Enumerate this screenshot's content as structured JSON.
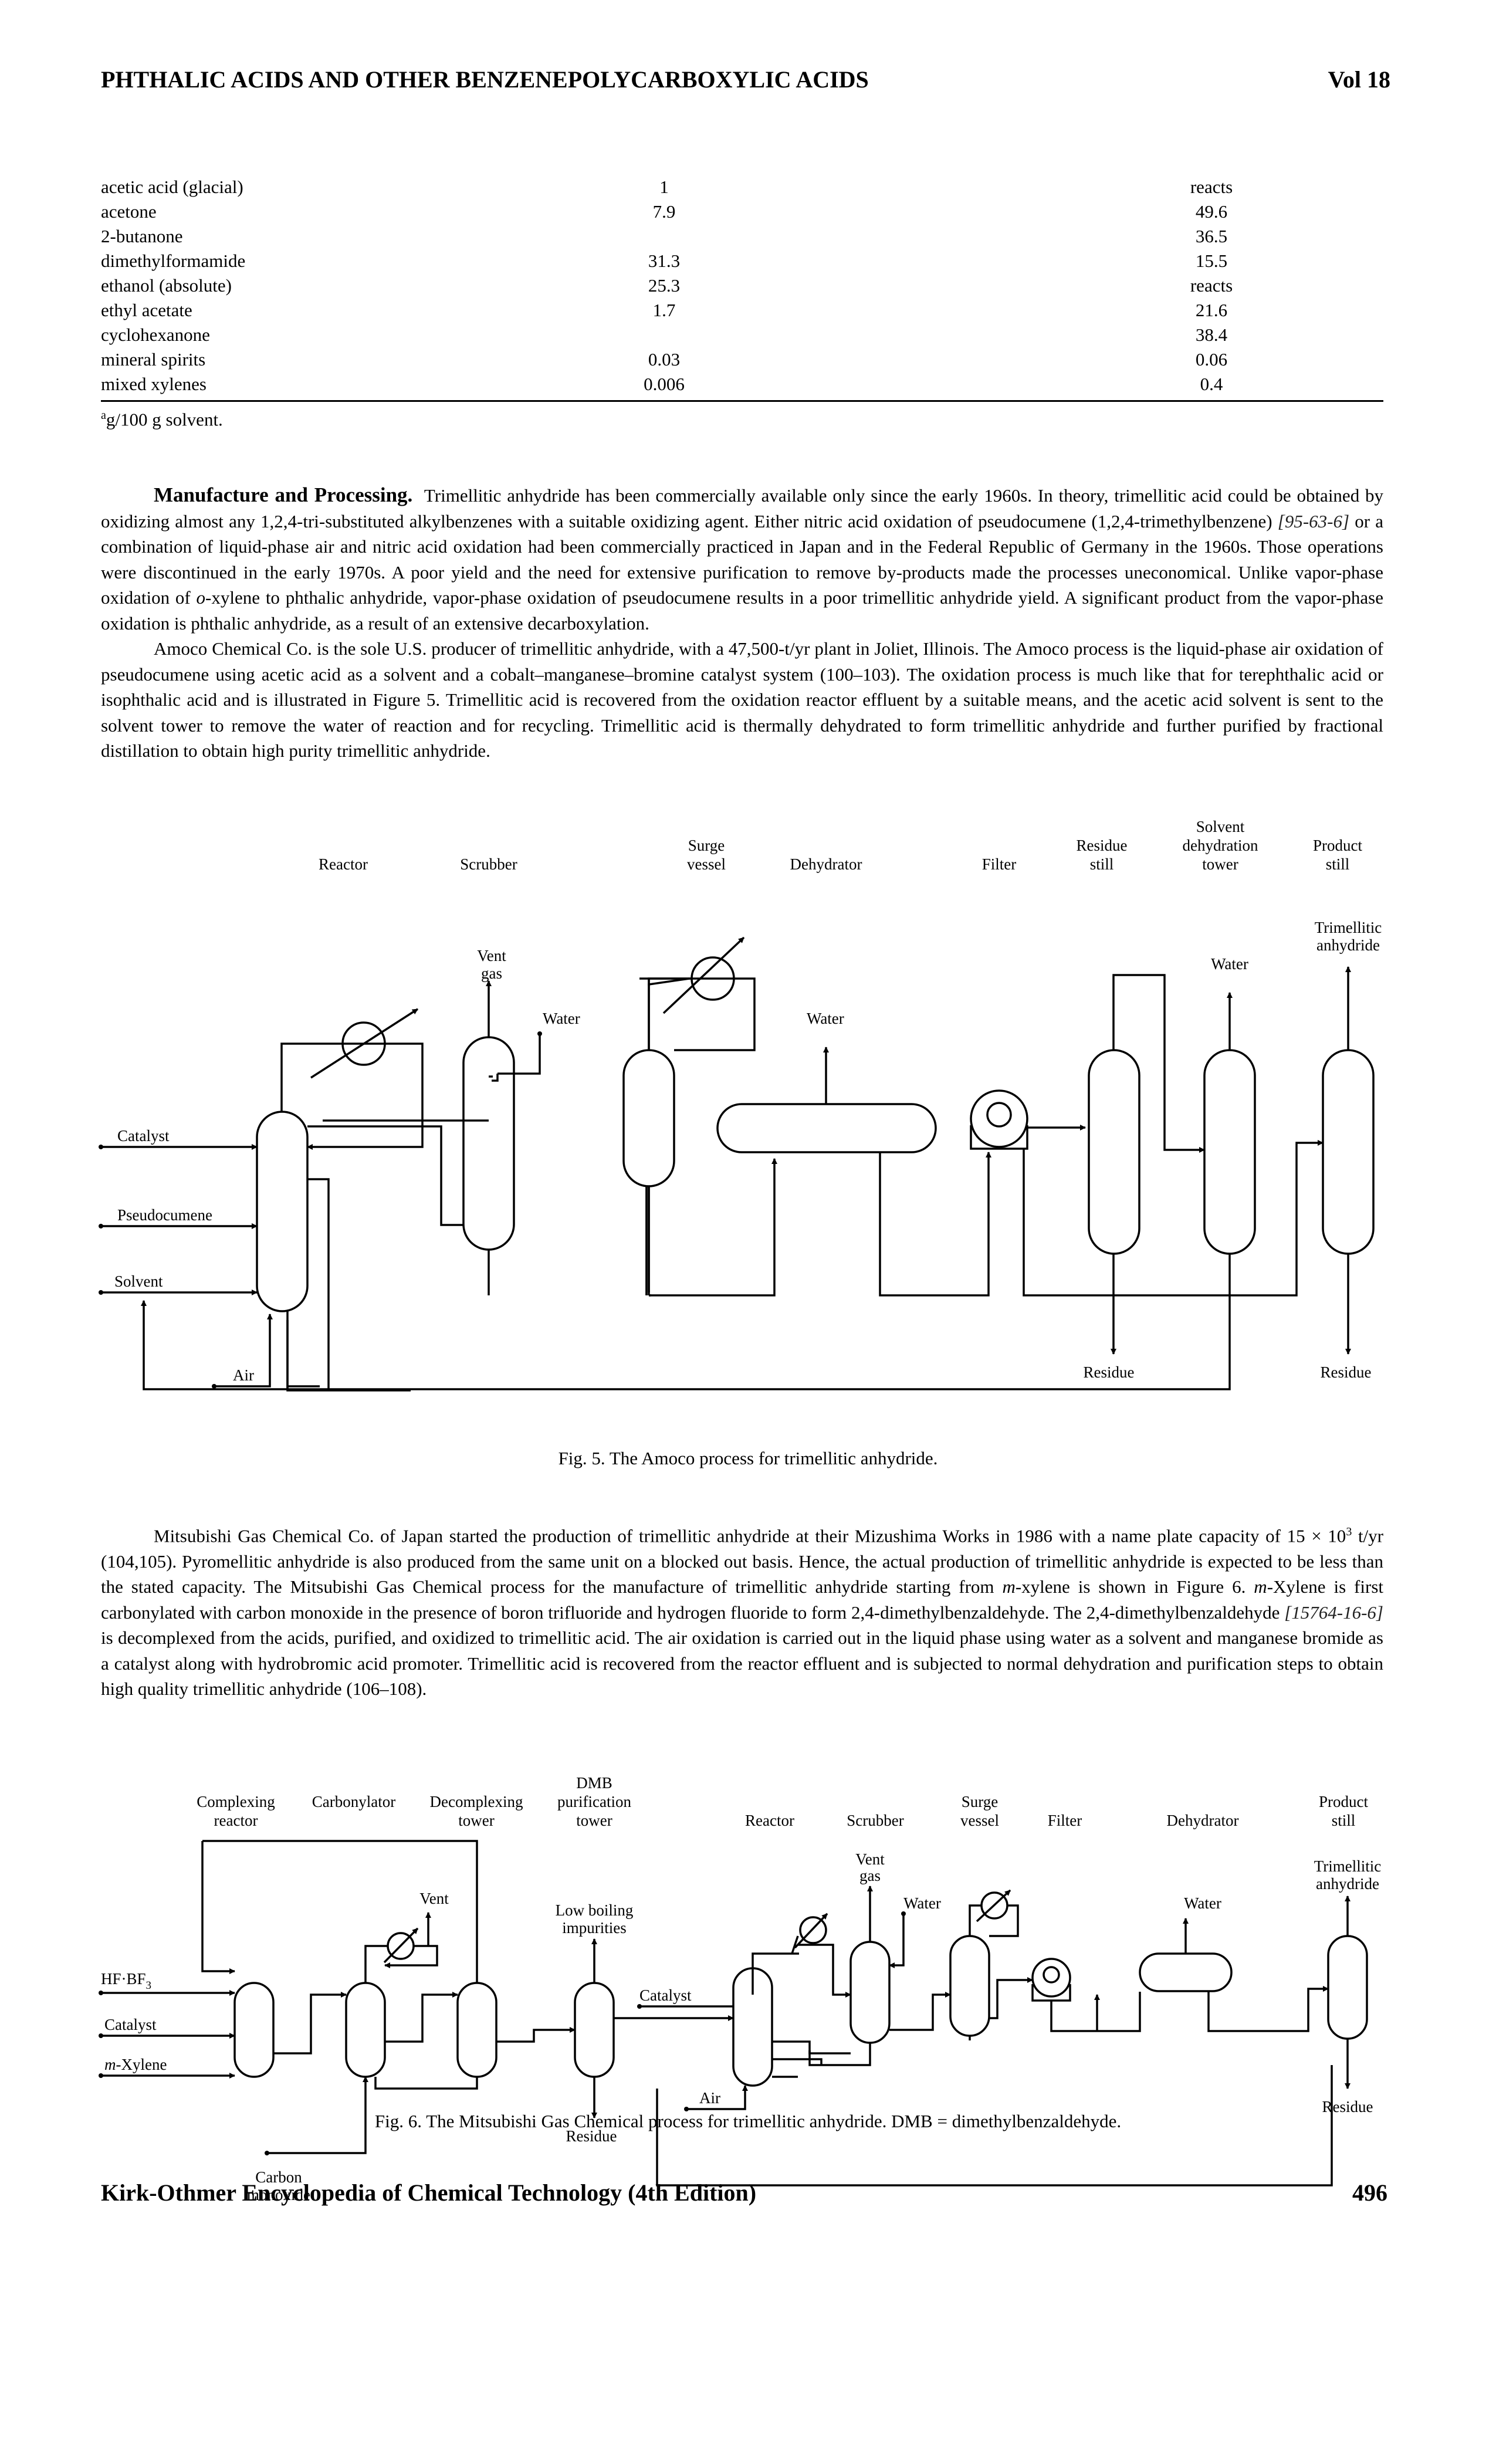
{
  "header": {
    "title": "PHTHALIC ACIDS AND OTHER BENZENEPOLYCARBOXYLIC ACIDS",
    "volume": "Vol 18"
  },
  "solubility_table": {
    "rows": [
      {
        "solvent": "acetic acid (glacial)",
        "col2": "1",
        "col3": "reacts"
      },
      {
        "solvent": "acetone",
        "col2": "7.9",
        "col3": "49.6"
      },
      {
        "solvent": "2-butanone",
        "col2": "",
        "col3": "36.5"
      },
      {
        "solvent": "dimethylformamide",
        "col2": "31.3",
        "col3": "15.5"
      },
      {
        "solvent": "ethanol (absolute)",
        "col2": "25.3",
        "col3": "reacts"
      },
      {
        "solvent": "ethyl acetate",
        "col2": "1.7",
        "col3": "21.6"
      },
      {
        "solvent": "cyclohexanone",
        "col2": "",
        "col3": "38.4"
      },
      {
        "solvent": "mineral spirits",
        "col2": "0.03",
        "col3": "0.06"
      },
      {
        "solvent": "mixed xylenes",
        "col2": "0.006",
        "col3": "0.4"
      }
    ],
    "footnote_mark": "a",
    "footnote_text": "g/100 g solvent."
  },
  "section": {
    "heading": "Manufacture and Processing.",
    "p1_a": "Trimellitic anhydride has been commercially available only since the early 1960s. In theory, trimellitic acid could be obtained by oxidizing almost any 1,2,4-tri-substituted alkylbenzenes with a suitable oxidizing agent. Either nitric acid oxidation of pseudocumene (1,2,4-trimethylbenzene) ",
    "p1_cas": "[95-63-6]",
    "p1_b": " or a combination of liquid-phase air and nitric acid oxidation had been commercially practiced in Japan and in the Federal Republic of Germany in the 1960s. Those operations were discontinued in the early 1970s. A poor yield and the need for extensive purification to remove by-products made the processes uneconomical. Unlike vapor-phase oxidation of ",
    "p1_ital": "o",
    "p1_c": "-xylene to phthalic anhydride, vapor-phase oxidation of pseudocumene results in a poor trimellitic anhydride yield. A significant product from the vapor-phase oxidation is phthalic anhydride, as a result of an extensive decarboxylation.",
    "p2": "Amoco Chemical Co. is the sole U.S. producer of trimellitic anhydride, with a 47,500-t/yr plant in Joliet, Illinois. The Amoco process is the liquid-phase air oxidation of pseudocumene using acetic acid as a solvent and a cobalt–manganese–bromine catalyst system (100–103). The oxidation process is much like that for terephthalic acid or isophthalic acid and is illustrated in Figure 5. Trimellitic acid is recovered from the oxidation reactor effluent by a suitable means, and the acetic acid solvent is sent to the solvent tower to remove the water of reaction and for recycling. Trimellitic acid is thermally dehydrated to form trimellitic anhydride and further purified by fractional distillation to obtain high purity trimellitic anhydride.",
    "p3_a": "Mitsubishi Gas Chemical Co. of Japan started the production of trimellitic anhydride at their Mizushima Works in 1986 with a name plate capacity of 15 × 10",
    "p3_sup": "3",
    "p3_b": " t/yr (104,105). Pyromellitic anhydride is also produced from the same unit on a blocked out basis. Hence, the actual production of trimellitic anhydride is expected to be less than the stated capacity. The Mitsubishi Gas Chemical process for the manufacture of trimellitic anhydride starting from ",
    "p3_ital1": "m",
    "p3_c": "-xylene is shown in Figure 6. ",
    "p3_ital2": "m",
    "p3_d": "-Xylene is first carbonylated with carbon monoxide in the presence of boron trifluoride and hydrogen fluoride to form 2,4-dimethylbenzaldehyde. The 2,4-dimethylbenzaldehyde ",
    "p3_cas": "[15764-16-6]",
    "p3_e": " is decomplexed from the acids, purified, and oxidized to trimellitic acid. The air oxidation is carried out in the liquid phase using water as a solvent and manganese bromide as a catalyst along with hydrobromic acid promoter. Trimellitic acid is recovered from the reactor effluent and is subjected to normal dehydration and purification steps to obtain high quality trimellitic anhydride (106–108)."
  },
  "fig5": {
    "caption": "Fig. 5. The Amoco process for trimellitic anhydride.",
    "units": {
      "reactor": "Reactor",
      "scrubber": "Scrubber",
      "surge": "Surge",
      "vessel": "vessel",
      "dehydrator": "Dehydrator",
      "filter": "Filter",
      "residue_still_1": "Residue",
      "residue_still_2": "still",
      "solvent_1": "Solvent",
      "solvent_2": "dehydration",
      "solvent_3": "tower",
      "product_1": "Product",
      "product_2": "still"
    },
    "streams": {
      "vent": "Vent",
      "gas": "gas",
      "water_scrubber": "Water",
      "water_dehydrator": "Water",
      "water_tower": "Water",
      "tma_1": "Trimellitic",
      "tma_2": "anhydride",
      "catalyst": "Catalyst",
      "pseudocumene": "Pseudocumene",
      "solvent": "Solvent",
      "air": "Air",
      "residue_1": "Residue",
      "residue_2": "Residue"
    }
  },
  "fig6": {
    "caption": "Fig. 6. The Mitsubishi Gas Chemical process for trimellitic anhydride. DMB = dimethylbenzaldehyde.",
    "units": {
      "complexing_1": "Complexing",
      "complexing_2": "reactor",
      "carbonylator": "Carbonylator",
      "decomplexing_1": "Decomplexing",
      "decomplexing_2": "tower",
      "dmb_1": "DMB",
      "dmb_2": "purification",
      "dmb_3": "tower",
      "reactor": "Reactor",
      "scrubber": "Scrubber",
      "surge_1": "Surge",
      "surge_2": "vessel",
      "filter": "Filter",
      "dehydrator": "Dehydrator",
      "product_1": "Product",
      "product_2": "still"
    },
    "streams": {
      "hf_bf3": "HF·BF",
      "hf_bf3_sub": "3",
      "catalyst_in": "Catalyst",
      "m_prefix": "m",
      "xylene": "-Xylene",
      "co_1": "Carbon",
      "co_2": "monoxide",
      "vent_decomp": "Vent",
      "low_1": "Low boiling",
      "low_2": "impurities",
      "residue_dmb": "Residue",
      "catalyst_reactor": "Catalyst",
      "air": "Air",
      "vent_gas_1": "Vent",
      "vent_gas_2": "gas",
      "water_scrubber": "Water",
      "water_dehydrator": "Water",
      "tma_1": "Trimellitic",
      "tma_2": "anhydride",
      "residue_product": "Residue"
    }
  },
  "footer": {
    "title": "Kirk-Othmer Encyclopedia of Chemical Technology (4th Edition)",
    "page": "496"
  }
}
